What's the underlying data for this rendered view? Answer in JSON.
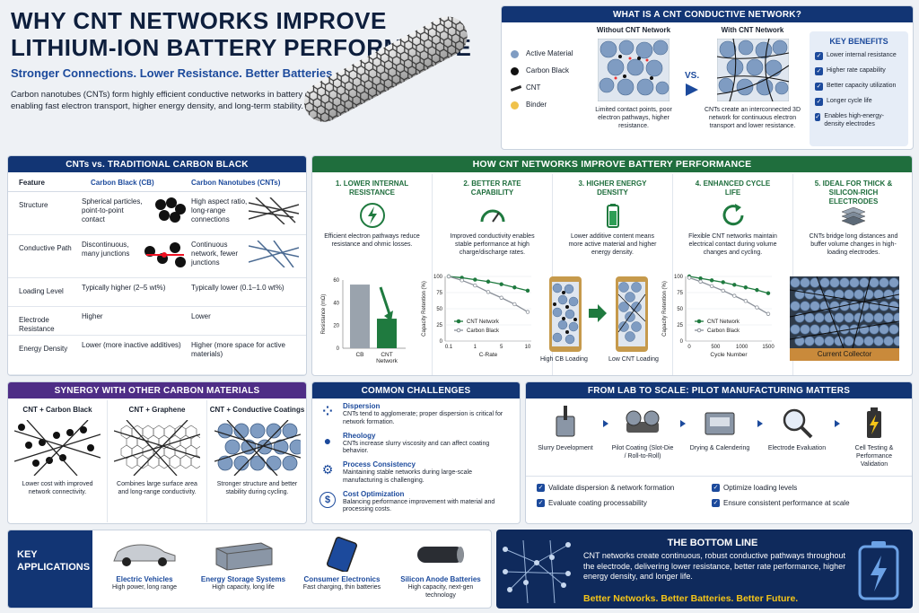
{
  "hero": {
    "title_line1": "WHY CNT NETWORKS IMPROVE",
    "title_line2": "LITHIUM-ION BATTERY PERFORMANCE",
    "tagline": "Stronger Connections. Lower Resistance. Better Batteries.",
    "intro": "Carbon nanotubes (CNTs) form highly efficient conductive networks in battery electrodes, enabling fast electron transport, higher energy density, and long-term stability."
  },
  "what": {
    "header": "WHAT IS A CNT CONDUCTIVE NETWORK?",
    "legend": [
      "Active Material",
      "Carbon Black",
      "CNT",
      "Binder"
    ],
    "without_title": "Without CNT Network",
    "without_desc": "Limited contact points, poor electron pathways, higher resistance.",
    "vs": "VS.",
    "with_title": "With CNT Network",
    "with_desc": "CNTs create an interconnected 3D network for continuous electron transport and lower resistance.",
    "benefits_title": "KEY BENEFITS",
    "benefits": [
      "Lower internal resistance",
      "Higher rate capability",
      "Better capacity utilization",
      "Longer cycle life",
      "Enables high-energy-density electrodes"
    ]
  },
  "compare": {
    "header": "CNTs vs. TRADITIONAL CARBON BLACK",
    "col_feature": "Feature",
    "col_cb": "Carbon Black (CB)",
    "col_cnt": "Carbon Nanotubes (CNTs)",
    "rows": [
      {
        "f": "Structure",
        "cb": "Spherical particles, point-to-point contact",
        "cnt": "High aspect ratio, long-range connections"
      },
      {
        "f": "Conductive Path",
        "cb": "Discontinuous, many junctions",
        "cnt": "Continuous network, fewer junctions"
      },
      {
        "f": "Loading Level",
        "cb": "Typically higher (2–5 wt%)",
        "cnt": "Typically lower (0.1–1.0 wt%)"
      },
      {
        "f": "Electrode Resistance",
        "cb": "Higher",
        "cnt": "Lower"
      },
      {
        "f": "Energy Density",
        "cb": "Lower (more inactive additives)",
        "cnt": "Higher (more space for active materials)"
      }
    ]
  },
  "how": {
    "header": "HOW CNT NETWORKS IMPROVE BATTERY PERFORMANCE",
    "items": [
      {
        "title": "1. LOWER INTERNAL RESISTANCE",
        "desc": "Efficient electron pathways reduce resistance and ohmic losses."
      },
      {
        "title": "2. BETTER RATE CAPABILITY",
        "desc": "Improved conductivity enables stable performance at high charge/discharge rates."
      },
      {
        "title": "3. HIGHER ENERGY DENSITY",
        "desc": "Lower additive content means more active material and higher energy density."
      },
      {
        "title": "4. ENHANCED CYCLE LIFE",
        "desc": "Flexible CNT networks maintain electrical contact during volume changes and cycling."
      },
      {
        "title": "5. IDEAL FOR THICK & SILICON-RICH ELECTRODES",
        "desc": "CNTs bridge long distances and buffer volume changes in high-loading electrodes."
      }
    ],
    "loading_high": "High CB Loading",
    "loading_low": "Low CNT Loading",
    "collector": "Current Collector"
  },
  "chart_data": [
    {
      "type": "bar",
      "categories": [
        "CB",
        "CNT Network"
      ],
      "values": [
        56,
        26
      ],
      "ylabel": "Resistance (mΩ)",
      "ylim": [
        0,
        60
      ],
      "yticks": [
        0,
        20,
        40,
        60
      ],
      "colors": [
        "#9aa3ad",
        "#1f7a3f"
      ]
    },
    {
      "type": "line",
      "xlabel": "C-Rate",
      "ylabel": "Capacity Retention (%)",
      "xticks": [
        "0.1",
        "1",
        "5",
        "10"
      ],
      "ylim": [
        0,
        100
      ],
      "yticks": [
        0,
        25,
        50,
        75,
        100
      ],
      "series": [
        {
          "name": "CNT Network",
          "values": [
            100,
            98,
            95,
            92,
            88,
            83,
            78
          ],
          "color": "#1f7a3f"
        },
        {
          "name": "Carbon Black",
          "values": [
            100,
            94,
            86,
            76,
            67,
            57,
            45
          ],
          "color": "#8a9099"
        }
      ]
    },
    {
      "type": "line",
      "xlabel": "Cycle Number",
      "ylabel": "Capacity Retention (%)",
      "xticks": [
        "0",
        "500",
        "1000",
        "1500"
      ],
      "ylim": [
        0,
        100
      ],
      "yticks": [
        0,
        25,
        50,
        75,
        100
      ],
      "series": [
        {
          "name": "CNT Network",
          "values": [
            100,
            97,
            94,
            91,
            87,
            83,
            79,
            74
          ],
          "color": "#1f7a3f"
        },
        {
          "name": "Carbon Black",
          "values": [
            98,
            92,
            85,
            78,
            70,
            62,
            52,
            42
          ],
          "color": "#8a9099"
        }
      ]
    }
  ],
  "synergy": {
    "header": "SYNERGY WITH OTHER CARBON MATERIALS",
    "items": [
      {
        "title": "CNT + Carbon Black",
        "desc": "Lower cost with improved network connectivity."
      },
      {
        "title": "CNT + Graphene",
        "desc": "Combines large surface area and long-range conductivity."
      },
      {
        "title": "CNT + Conductive Coatings",
        "desc": "Stronger structure and better stability during cycling."
      }
    ]
  },
  "challenges": {
    "header": "COMMON CHALLENGES",
    "items": [
      {
        "title": "Dispersion",
        "desc": "CNTs tend to agglomerate; proper dispersion is critical for network formation."
      },
      {
        "title": "Rheology",
        "desc": "CNTs increase slurry viscosity and can affect coating behavior."
      },
      {
        "title": "Process Consistency",
        "desc": "Maintaining stable networks during large-scale manufacturing is challenging."
      },
      {
        "title": "Cost Optimization",
        "desc": "Balancing performance improvement with material and processing costs."
      }
    ]
  },
  "scale": {
    "header": "FROM LAB TO SCALE: PILOT MANUFACTURING MATTERS",
    "steps": [
      "Slurry Development",
      "Pilot Coating (Slot-Die / Roll-to-Roll)",
      "Drying & Calendering",
      "Electrode Evaluation",
      "Cell Testing & Performance Validation"
    ],
    "checks": [
      "Validate dispersion & network formation",
      "Optimize loading levels",
      "Evaluate coating processability",
      "Ensure consistent performance at scale"
    ]
  },
  "apps": {
    "label1": "KEY",
    "label2": "APPLICATIONS",
    "items": [
      {
        "title": "Electric Vehicles",
        "desc": "High power, long range"
      },
      {
        "title": "Energy Storage Systems",
        "desc": "High capacity, long life"
      },
      {
        "title": "Consumer Electronics",
        "desc": "Fast charging, thin batteries"
      },
      {
        "title": "Silicon Anode Batteries",
        "desc": "High capacity, next-gen technology"
      }
    ]
  },
  "bottom": {
    "title": "THE BOTTOM LINE",
    "text": "CNT networks create continuous, robust conductive pathways throughout the electrode, delivering lower resistance, better rate performance, higher energy density, and longer life.",
    "slogan": "Better Networks. Better Batteries. Better Future."
  }
}
